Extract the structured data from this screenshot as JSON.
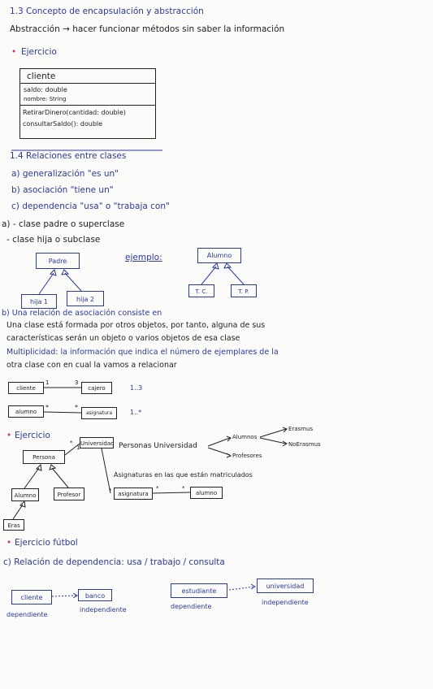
{
  "sec13": {
    "title": "1.3 Concepto de encapsulación y abstracción",
    "abstraction": "Abstracción → hacer funcionar métodos sin saber la información"
  },
  "ex1": {
    "label": "Ejercicio",
    "class_name": "cliente",
    "attributes": [
      "saldo: double",
      "nombre: String"
    ],
    "methods": [
      "RetirarDinero(cantidad: double)",
      "consultarSaldo(): double"
    ]
  },
  "sec14": {
    "title": "1.4 Relaciones entre clases",
    "items": [
      "a) generalización \"es un\"",
      "b) asociación \"tiene un\"",
      "c) dependencia \"usa\" o \"trabaja con\""
    ]
  },
  "gen": {
    "line1": "a) - clase padre o superclase",
    "line2": "- clase hija o subclase",
    "parent": "Padre",
    "children": [
      "hija 1",
      "hija 2"
    ],
    "example_label": "ejemplo:",
    "ex_parent": "Alumno",
    "ex_children": [
      "T. C.",
      "T. P."
    ]
  },
  "assoc": {
    "lines": [
      "b) Una relación de asociación consiste en",
      "Una clase está formada por otros objetos, por tanto, alguna de sus",
      "características serán un objeto o varios objetos de esa clase",
      "Multiplicidad: la información que indica el número de ejemplares de la",
      "otra clase con en cual la vamos a relacionar"
    ],
    "pair1": {
      "left": "cliente",
      "left_mult": "1",
      "right_mult": "3",
      "right": "cajero",
      "range": "1..3"
    },
    "pair2": {
      "left": "alumno",
      "left_mult": "*",
      "right_mult": "*",
      "right": "asignatura",
      "range": "1..*"
    }
  },
  "ex2": {
    "label": "Ejercicio",
    "persona": "Persona",
    "universidad": "Universidad",
    "mult_persona": "*",
    "mult_univ": "1",
    "alumno": "Alumno",
    "profesor": "Profesor",
    "erasmus_box": "Eras",
    "asignatura": "asignatura",
    "alumno2": "alumno",
    "mult_asig": "*",
    "mult_asig2": "*",
    "mult_alumno2": "*",
    "tree_root": "Personas Universidad",
    "tree_alumnos": "Alumnos",
    "tree_profesores": "Profesores",
    "tree_erasmus": "Erasmus",
    "tree_noerasmus": "NoErasmus",
    "matric": "Asignaturas en las que están matriculados"
  },
  "futbol": {
    "label": "Ejercicio fútbol"
  },
  "dep": {
    "title": "c) Relación de dependencia: usa / trabajo / consulta",
    "ex1": {
      "left": "cliente",
      "right": "banco",
      "left_cap": "dependiente",
      "right_cap": "independiente"
    },
    "ex2": {
      "left": "estudiante",
      "right": "universidad",
      "left_cap": "dependiente",
      "right_cap": "independiente"
    }
  }
}
